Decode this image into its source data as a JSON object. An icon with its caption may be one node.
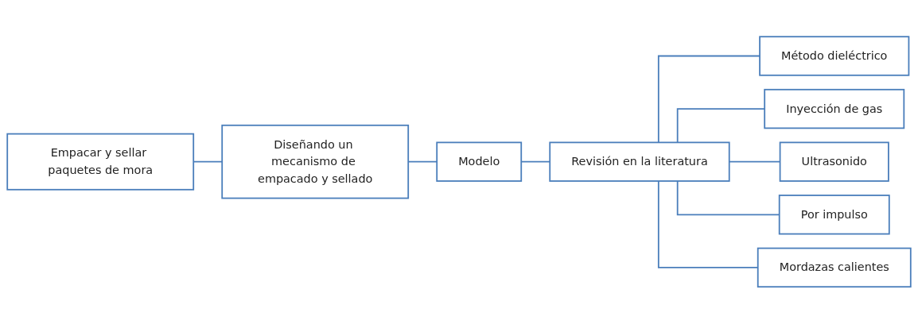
{
  "diagram": {
    "nodes": [
      {
        "text": [
          "Empacar y sellar paquetes de mora"
        ]
      },
      {
        "text": [
          "Diseñando un mecanismo de empacado y sellado"
        ]
      },
      {
        "text": [
          "Modelo"
        ]
      },
      {
        "text": [
          "Revisión en la literatura"
        ]
      },
      {
        "text": [
          "Método dieléctrico"
        ]
      },
      {
        "text": [
          "Inyección de gas"
        ]
      },
      {
        "text": [
          "Ultrasonido"
        ]
      },
      {
        "text": [
          "Por impulso"
        ]
      },
      {
        "text": [
          "Mordazas calientes"
        ]
      }
    ],
    "edges": [
      {
        "from": 0,
        "to": 1,
        "arrow": "none"
      },
      {
        "from": 1,
        "to": 2,
        "arrow": "none"
      },
      {
        "from": 2,
        "to": 3,
        "arrow": "none"
      },
      {
        "from": 3,
        "to": 4,
        "arrow": "none"
      },
      {
        "from": 3,
        "to": 5,
        "arrow": "none"
      },
      {
        "from": 3,
        "to": 6,
        "arrow": "none"
      },
      {
        "from": 3,
        "to": 7,
        "arrow": "none"
      },
      {
        "from": 3,
        "to": 8,
        "arrow": "none"
      }
    ]
  }
}
